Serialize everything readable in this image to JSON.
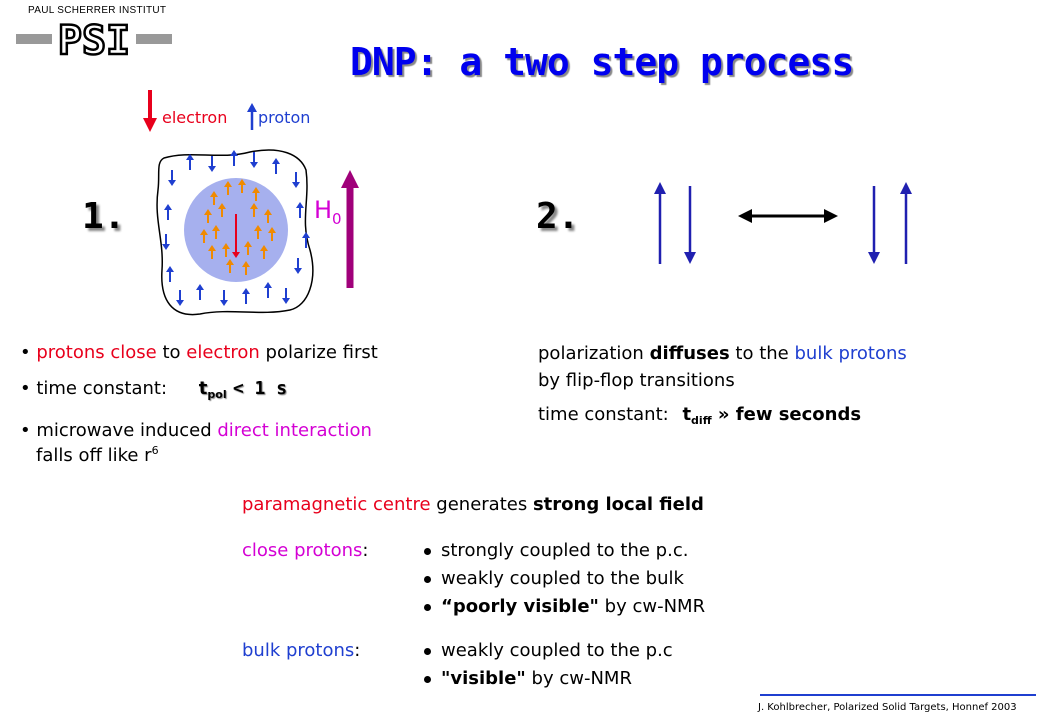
{
  "header": {
    "institute": "PAUL SCHERRER INSTITUT",
    "logo_letters": "PSI",
    "title": "DNP: a two step process"
  },
  "diagram": {
    "legend_electron": "electron",
    "legend_proton": "proton",
    "field_label": "H",
    "field_sub": "0",
    "step1": "1.",
    "step2": "2."
  },
  "step1_notes": {
    "line1_a": "protons close",
    "line1_b": "to",
    "line1_c": "electron",
    "line1_d": "polarize first",
    "line2_label": "time constant:",
    "line2_t": "t",
    "line2_sub": "pol",
    "line2_val": "< 1 s",
    "line3_a": "microwave induced",
    "line3_b": "direct interaction",
    "line4": "falls off like r",
    "line4_sup": "6"
  },
  "step2_notes": {
    "line1_a": "polarization",
    "line1_b": "diffuses",
    "line1_c": "to the",
    "line1_d": "bulk protons",
    "line2": "by flip-flop transitions",
    "line3_label": "time constant:",
    "line3_t": "t",
    "line3_sub": "diff",
    "line3_val": "» few seconds"
  },
  "summary": {
    "headline_a": "paramagnetic centre",
    "headline_b": "generates",
    "headline_c": "strong local field",
    "close_label": "close protons",
    "close_colon": ":",
    "close_items": [
      "strongly coupled to the p.c.",
      "weakly coupled to the bulk"
    ],
    "close_item3_bold": "“poorly visible\"",
    "close_item3_rest": "by cw-NMR",
    "bulk_label": "bulk protons",
    "bulk_colon": ":",
    "bulk_item1": "weakly coupled to the p.c",
    "bulk_item2_bold": "\"visible\"",
    "bulk_item2_rest": "by cw-NMR"
  },
  "footer": "J. Kohlbrecher, Polarized Solid Targets, Honnef 2003",
  "colors": {
    "title": "#0000ee",
    "red": "#e8001c",
    "blue": "#1f3fd0",
    "magenta": "#d400d4",
    "proton_orange": "#f08a00",
    "inner_sphere": "#a6b0ee",
    "field_arrow": "#a0007a"
  }
}
